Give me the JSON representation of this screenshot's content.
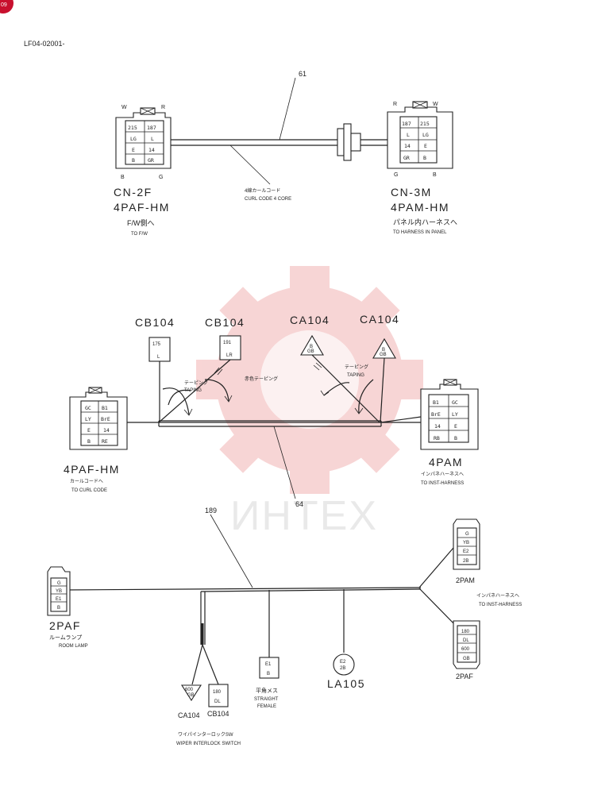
{
  "page": {
    "corner_badge": "09",
    "doc_id": "LF04-02001-",
    "watermark_text": "ИНТЕХ"
  },
  "section1": {
    "harness_no": "61",
    "left": {
      "top_left": "W",
      "top_right": "R",
      "bottom_left": "B",
      "bottom_right": "G",
      "pins": [
        "215",
        "187",
        "LG",
        "L",
        "E",
        "14",
        "B",
        "GR"
      ],
      "name": "CN-2F",
      "part": "4PAF-HM",
      "jp": "F/W側へ",
      "en": "TO F/W"
    },
    "cable": {
      "jp": "4線カールコード",
      "en": "CURL CODE 4 CORE"
    },
    "right": {
      "top_left": "R",
      "top_right": "W",
      "bottom_left": "G",
      "bottom_right": "B",
      "pins": [
        "187",
        "215",
        "L",
        "LG",
        "14",
        "E",
        "GR",
        "B"
      ],
      "name": "CN-3M",
      "part": "4PAM-HM",
      "jp": "パネル内ハーネスへ",
      "en": "TO HARNESS IN PANEL"
    }
  },
  "section2": {
    "harness_no": "64",
    "labels": [
      "CB104",
      "CB104",
      "CA104",
      "CA104"
    ],
    "cb1_pins": [
      "175",
      "L"
    ],
    "cb2_pins": [
      "191",
      "LR"
    ],
    "ca1_pins": [
      "B",
      "GB"
    ],
    "ca2_pins": [
      "B",
      "GB"
    ],
    "taping_jp": "テーピング",
    "taping_en": "TAPING",
    "red_taping_jp": "赤色テーピング",
    "left": {
      "pins": [
        "GC",
        "B1",
        "LY",
        "BrE",
        "E",
        "14",
        "B",
        "RE"
      ],
      "part": "4PAF-HM",
      "jp": "カールコードへ",
      "en": "TO CURL CODE"
    },
    "right": {
      "pins": [
        "B1",
        "GC",
        "BrE",
        "LY",
        "14",
        "E",
        "RB",
        "B"
      ],
      "part": "4PAM",
      "jp": "インパネハーネスへ",
      "en": "TO INST-HARNESS"
    }
  },
  "section3": {
    "harness_no": "189",
    "room_lamp": {
      "pins": [
        "G",
        "YB",
        "E1",
        "B"
      ],
      "part": "2PAF",
      "jp": "ルームランプ",
      "en": "ROOM LAMP"
    },
    "right_top": {
      "pins": [
        "G",
        "YB",
        "E2",
        "2B"
      ],
      "part": "2PAM"
    },
    "inst": {
      "jp": "インパネハーネスへ",
      "en": "TO INST-HARNESS"
    },
    "right_bottom": {
      "pins": [
        "180",
        "DL",
        "600",
        "GB"
      ],
      "part": "2PAF"
    },
    "ca104": {
      "pins": [
        "600",
        "GB"
      ],
      "label": "CA104"
    },
    "cb104": {
      "pins": [
        "180",
        "DL"
      ],
      "label": "CB104"
    },
    "wiper": {
      "jp": "ワイパインターロックSW",
      "en": "WIPER INTERLOCK SWITCH"
    },
    "straight": {
      "pins": [
        "E1",
        "B"
      ],
      "jp": "平角メス",
      "en1": "STRAIGHT",
      "en2": "FEMALE"
    },
    "la105": {
      "pins": [
        "E2",
        "2B"
      ],
      "label": "LA105"
    }
  }
}
